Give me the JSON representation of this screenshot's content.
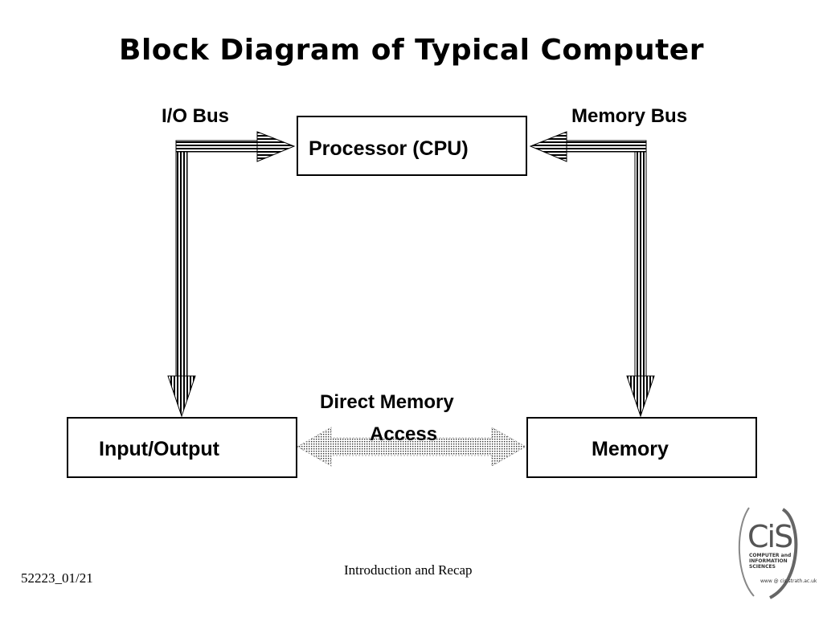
{
  "title": "Block Diagram of Typical Computer",
  "labels": {
    "io_bus": "I/O Bus",
    "memory_bus": "Memory Bus",
    "dma_line1": "Direct Memory",
    "dma_line2": "Access"
  },
  "blocks": {
    "processor": "Processor (CPU)",
    "input_output": "Input/Output",
    "memory": "Memory"
  },
  "footer": {
    "center": "Introduction and Recap",
    "left": "52223_01/21"
  },
  "logo": {
    "main": "CiS",
    "sub": "COMPUTER and INFORMATION SCIENCES",
    "url": "www @ cis.strath.ac.uk"
  }
}
